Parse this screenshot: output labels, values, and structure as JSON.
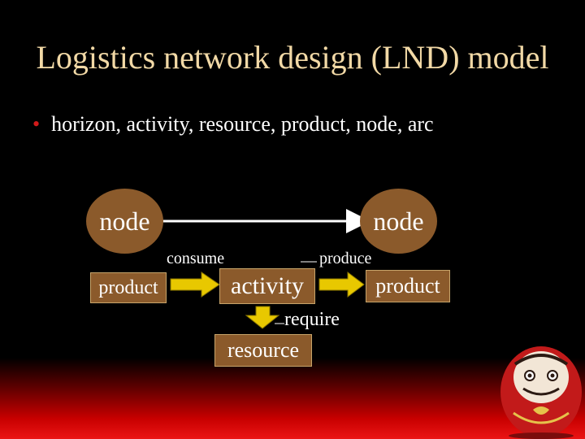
{
  "slide": {
    "title": "Logistics network design (LND) model",
    "bullet": "horizon,  activity, resource, product, node,  arc"
  },
  "diagram": {
    "node_left": "node",
    "node_right": "node",
    "product_left": "product",
    "activity": "activity",
    "product_right": "product",
    "resource": "resource",
    "consume_label": "consume",
    "produce_label": "produce",
    "require_label": "require"
  },
  "colors": {
    "background": "#000000",
    "title": "#f2d9a6",
    "shape_fill": "#8b5a2b",
    "bullet": "#d21a1a",
    "arrow_yellow": "#e8c800"
  }
}
